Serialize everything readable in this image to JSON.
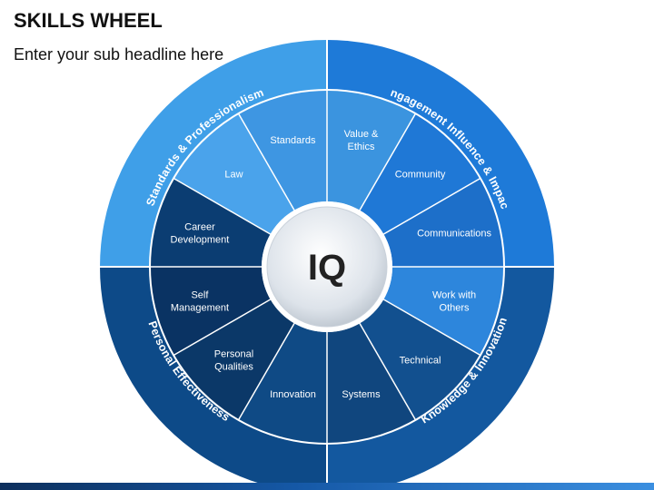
{
  "title": "SKILLS WHEEL",
  "subtitle": "Enter your sub headline here",
  "center": "IQ",
  "quadrants": [
    {
      "label": "Standards & Professionalism",
      "color": "#3f9fe8"
    },
    {
      "label": "Engagement Influence & Impact",
      "color": "#1e7ad8"
    },
    {
      "label": "Knowledge & Innovation",
      "color": "#13589f"
    },
    {
      "label": "Personal Effectiveness",
      "color": "#0d4a88"
    }
  ],
  "segments": [
    {
      "label": "Value & Ethics",
      "color": "#3b94df"
    },
    {
      "label": "Community",
      "color": "#1f78d6"
    },
    {
      "label": "Communications",
      "color": "#1d6fc9"
    },
    {
      "label": "Work with Others",
      "color": "#2d86dc"
    },
    {
      "label": "Technical",
      "color": "#12508f"
    },
    {
      "label": "Systems",
      "color": "#10467e"
    },
    {
      "label": "Innovation",
      "color": "#0f4a85"
    },
    {
      "label": "Personal Qualities",
      "color": "#0b3868"
    },
    {
      "label": "Self Management",
      "color": "#0a3363"
    },
    {
      "label": "Career Development",
      "color": "#0b3d72"
    },
    {
      "label": "Law",
      "color": "#4aa3eb"
    },
    {
      "label": "Standards",
      "color": "#3e96e2"
    }
  ]
}
